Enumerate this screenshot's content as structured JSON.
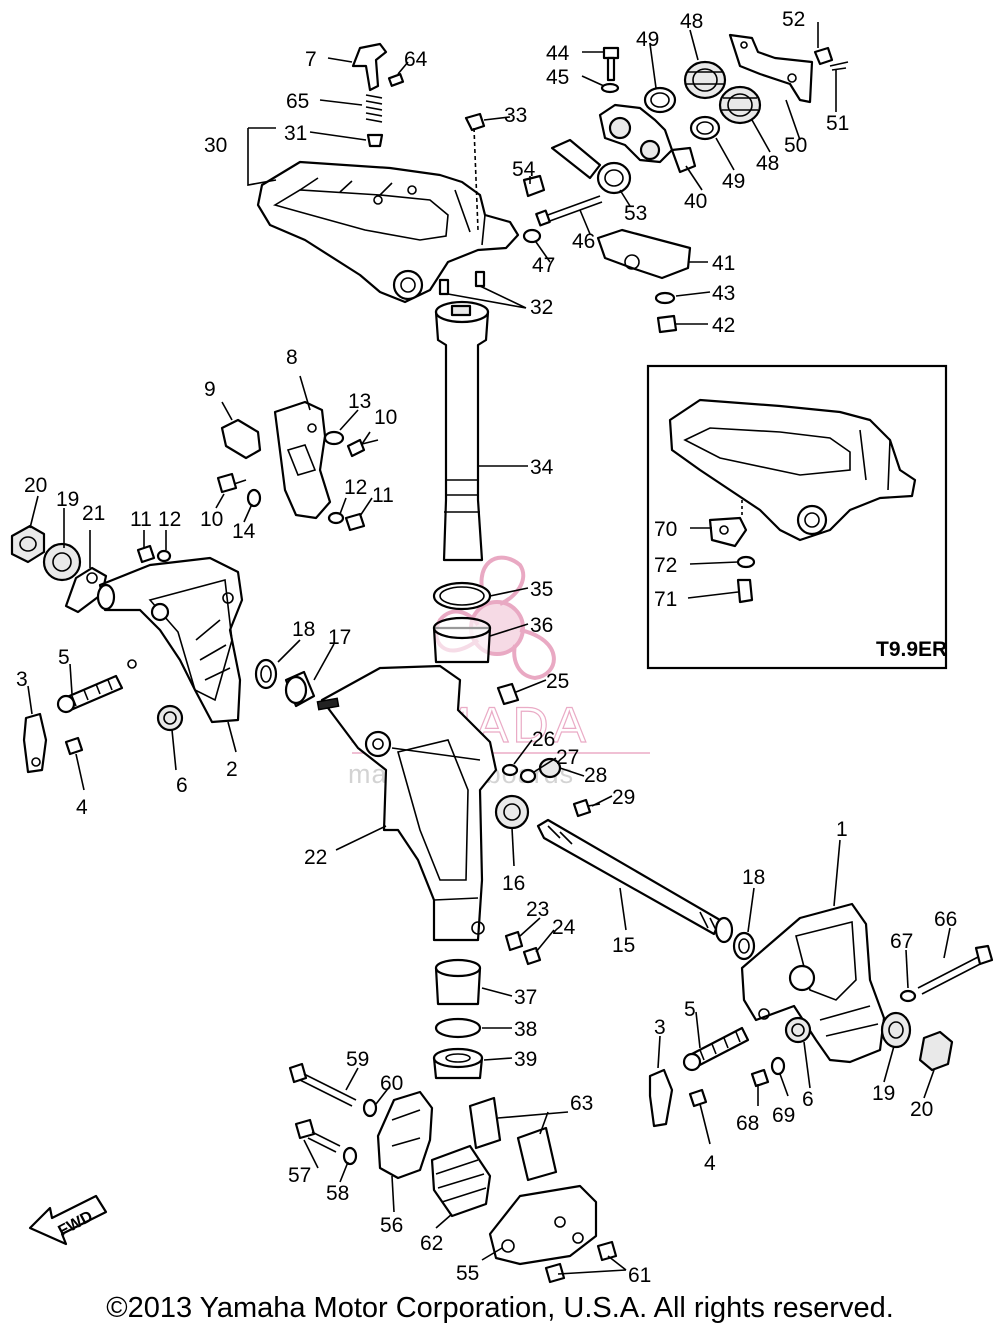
{
  "diagram": {
    "inset_label": "T9.9ER",
    "fwd_label": "FWD",
    "copyright": "©2013 Yamaha Motor Corporation, U.S.A. All rights reserved.",
    "watermark": {
      "title": "ARMADA",
      "subtitle": "marine outboards",
      "color": "#e8a3c0"
    },
    "callouts": [
      {
        "id": "c7",
        "label": "7"
      },
      {
        "id": "c64",
        "label": "64"
      },
      {
        "id": "c65",
        "label": "65"
      },
      {
        "id": "c31",
        "label": "31"
      },
      {
        "id": "c30",
        "label": "30"
      },
      {
        "id": "c33",
        "label": "33"
      },
      {
        "id": "c44",
        "label": "44"
      },
      {
        "id": "c45",
        "label": "45"
      },
      {
        "id": "c49a",
        "label": "49"
      },
      {
        "id": "c48a",
        "label": "48"
      },
      {
        "id": "c52",
        "label": "52"
      },
      {
        "id": "c51",
        "label": "51"
      },
      {
        "id": "c50",
        "label": "50"
      },
      {
        "id": "c48b",
        "label": "48"
      },
      {
        "id": "c49b",
        "label": "49"
      },
      {
        "id": "c40",
        "label": "40"
      },
      {
        "id": "c54",
        "label": "54"
      },
      {
        "id": "c53",
        "label": "53"
      },
      {
        "id": "c46",
        "label": "46"
      },
      {
        "id": "c47",
        "label": "47"
      },
      {
        "id": "c41",
        "label": "41"
      },
      {
        "id": "c43",
        "label": "43"
      },
      {
        "id": "c42",
        "label": "42"
      },
      {
        "id": "c32",
        "label": "32"
      },
      {
        "id": "c8",
        "label": "8"
      },
      {
        "id": "c9",
        "label": "9"
      },
      {
        "id": "c13",
        "label": "13"
      },
      {
        "id": "c10a",
        "label": "10"
      },
      {
        "id": "c34",
        "label": "34"
      },
      {
        "id": "c12a",
        "label": "12"
      },
      {
        "id": "c11a",
        "label": "11"
      },
      {
        "id": "c10b",
        "label": "10"
      },
      {
        "id": "c14",
        "label": "14"
      },
      {
        "id": "c20a",
        "label": "20"
      },
      {
        "id": "c19a",
        "label": "19"
      },
      {
        "id": "c21",
        "label": "21"
      },
      {
        "id": "c11b",
        "label": "11"
      },
      {
        "id": "c12b",
        "label": "12"
      },
      {
        "id": "c35",
        "label": "35"
      },
      {
        "id": "c36",
        "label": "36"
      },
      {
        "id": "c18a",
        "label": "18"
      },
      {
        "id": "c17",
        "label": "17"
      },
      {
        "id": "c25",
        "label": "25"
      },
      {
        "id": "c5a",
        "label": "5"
      },
      {
        "id": "c3a",
        "label": "3"
      },
      {
        "id": "c6a",
        "label": "6"
      },
      {
        "id": "c2",
        "label": "2"
      },
      {
        "id": "c4a",
        "label": "4"
      },
      {
        "id": "c26",
        "label": "26"
      },
      {
        "id": "c27",
        "label": "27"
      },
      {
        "id": "c28",
        "label": "28"
      },
      {
        "id": "c29",
        "label": "29"
      },
      {
        "id": "c22",
        "label": "22"
      },
      {
        "id": "c16",
        "label": "16"
      },
      {
        "id": "c1",
        "label": "1"
      },
      {
        "id": "c18b",
        "label": "18"
      },
      {
        "id": "c23",
        "label": "23"
      },
      {
        "id": "c24",
        "label": "24"
      },
      {
        "id": "c15",
        "label": "15"
      },
      {
        "id": "c66",
        "label": "66"
      },
      {
        "id": "c67",
        "label": "67"
      },
      {
        "id": "c37",
        "label": "37"
      },
      {
        "id": "c38",
        "label": "38"
      },
      {
        "id": "c39",
        "label": "39"
      },
      {
        "id": "c3b",
        "label": "3"
      },
      {
        "id": "c5b",
        "label": "5"
      },
      {
        "id": "c59",
        "label": "59"
      },
      {
        "id": "c60",
        "label": "60"
      },
      {
        "id": "c63",
        "label": "63"
      },
      {
        "id": "c68",
        "label": "68"
      },
      {
        "id": "c69",
        "label": "69"
      },
      {
        "id": "c6b",
        "label": "6"
      },
      {
        "id": "c19b",
        "label": "19"
      },
      {
        "id": "c20b",
        "label": "20"
      },
      {
        "id": "c4b",
        "label": "4"
      },
      {
        "id": "c57",
        "label": "57"
      },
      {
        "id": "c58",
        "label": "58"
      },
      {
        "id": "c56",
        "label": "56"
      },
      {
        "id": "c62",
        "label": "62"
      },
      {
        "id": "c55",
        "label": "55"
      },
      {
        "id": "c61",
        "label": "61"
      },
      {
        "id": "c70",
        "label": "70"
      },
      {
        "id": "c72",
        "label": "72"
      },
      {
        "id": "c71",
        "label": "71"
      }
    ]
  }
}
